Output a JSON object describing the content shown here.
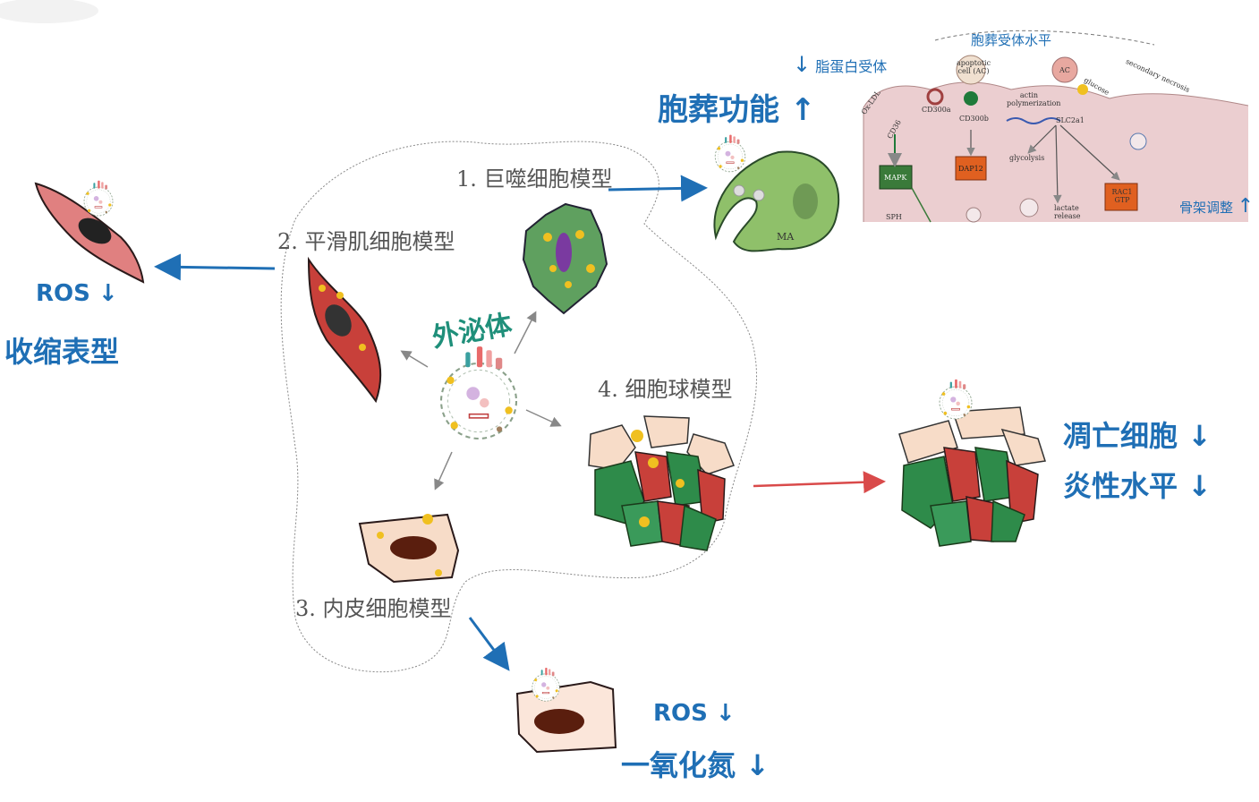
{
  "center": {
    "label": "外泌体"
  },
  "models": {
    "macrophage": "1. 巨噬细胞模型",
    "smooth_muscle": "2. 平滑肌细胞模型",
    "endothelial": "3. 内皮细胞模型",
    "spheroid": "4. 细胞球模型"
  },
  "outcomes": {
    "efferocytosis": "胞葬功能",
    "lipoprotein_receptor": "脂蛋白受体",
    "efferocytosis_receptor": "胞葬受体水平",
    "cytoskeleton": "骨架调整",
    "smc_ros": "ROS",
    "contractile": "收缩表型",
    "apoptosis": "凋亡细胞",
    "inflammation": "炎性水平",
    "ec_ros": "ROS",
    "nitric_oxide": "一氧化氮"
  },
  "arrows": {
    "up": "↑",
    "down": "↓"
  },
  "inset": {
    "ma_label": "MA",
    "ox_ldl": "Ox-LDL",
    "cd36": "CD36",
    "cd300a": "CD300a",
    "cd300b": "CD300b",
    "apoptotic_cell": "apoptotic cell (AC)",
    "ac": "AC",
    "glucose": "glucose",
    "actin": "actin polymerization",
    "secondary_necrosis": "secondary necrosis",
    "slc2a1": "SLC2a1",
    "mapk": "MAPK",
    "dap12": "DAP12",
    "glycolysis": "glycolysis",
    "lactate": "lactate release",
    "rac1": "RAC1 GTP",
    "sph": "SPH"
  },
  "colors": {
    "arrow_blue": "#1f6fb5",
    "arrow_red": "#d94a4a",
    "macrophage_green": "#5fa05f",
    "smc_red": "#c8403a",
    "endothelial_peach": "#f7dcc8",
    "inset_pink": "#e8c5c8"
  }
}
